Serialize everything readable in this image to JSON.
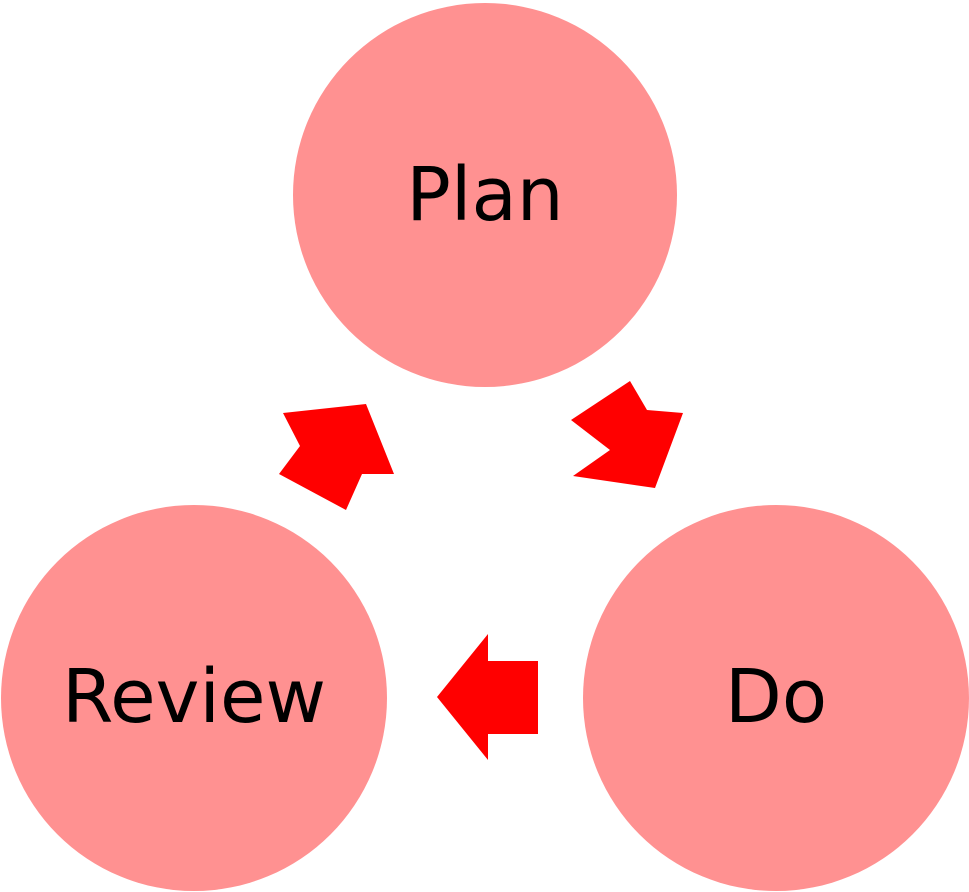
{
  "nodes": [
    {
      "id": "plan",
      "label": "Plan"
    },
    {
      "id": "do",
      "label": "Do"
    },
    {
      "id": "review",
      "label": "Review"
    }
  ],
  "colors": {
    "node_fill": "#ff9191",
    "arrow_fill": "#ff0000",
    "label_text": "#000000",
    "background": "#ffffff"
  }
}
